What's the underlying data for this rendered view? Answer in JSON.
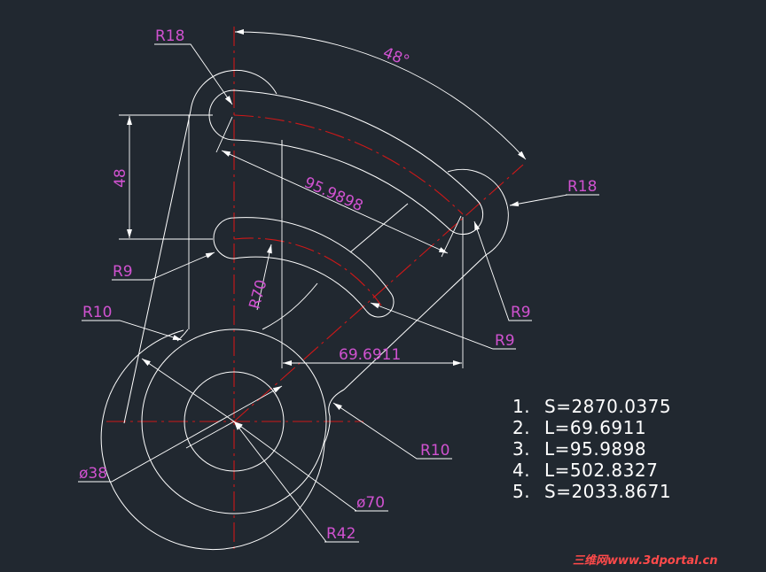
{
  "dimensions": {
    "r18_top": "R18",
    "r18_right": "R18",
    "angle_48": "48°",
    "vertical_48": "48",
    "aligned_95": "95.9898",
    "r9_left": "R9",
    "r70": "R70",
    "r10_left": "R10",
    "r9_right_upper": "R9",
    "r9_right_lower": "R9",
    "horizontal_69": "69.6911",
    "r10_right": "R10",
    "dia38": "ø38",
    "dia70": "ø70",
    "r42": "R42"
  },
  "results": [
    {
      "num": "1.",
      "value": "S=2870.0375"
    },
    {
      "num": "2.",
      "value": "L=69.6911"
    },
    {
      "num": "3.",
      "value": "L=95.9898"
    },
    {
      "num": "4.",
      "value": "L=502.8327"
    },
    {
      "num": "5.",
      "value": "S=2033.8671"
    }
  ],
  "watermark": "三维网www.3dportal.cn",
  "colors": {
    "background": "#212830",
    "geometry": "#ffffff",
    "centerline": "#d01818",
    "dimension_text": "#d052d0"
  }
}
